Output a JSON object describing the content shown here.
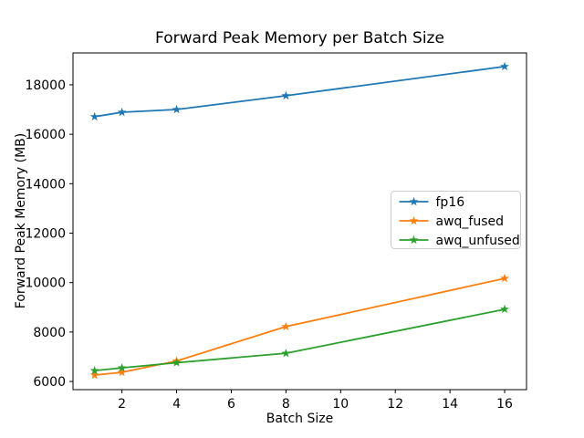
{
  "chart_data": {
    "type": "line",
    "title": "Forward Peak Memory per Batch Size",
    "xlabel": "Batch Size",
    "ylabel": "Forward Peak Memory (MB)",
    "x": [
      1,
      2,
      4,
      8,
      16
    ],
    "series": [
      {
        "name": "fp16",
        "color": "#1f77b4",
        "marker": "star",
        "values": [
          16710,
          16890,
          17000,
          17560,
          18740
        ]
      },
      {
        "name": "awq_fused",
        "color": "#ff7f0e",
        "marker": "star",
        "values": [
          6260,
          6370,
          6830,
          8220,
          10170
        ]
      },
      {
        "name": "awq_unfused",
        "color": "#2ca02c",
        "marker": "star",
        "values": [
          6440,
          6550,
          6760,
          7140,
          8920
        ]
      }
    ],
    "xticks": [
      2,
      4,
      6,
      8,
      10,
      12,
      14,
      16
    ],
    "yticks": [
      6000,
      8000,
      10000,
      12000,
      14000,
      16000,
      18000
    ],
    "xlim": [
      0.21,
      16.8
    ],
    "ylim": [
      5670,
      19290
    ],
    "grid": false,
    "legend_position": "center right",
    "legend_labels": [
      "fp16",
      "awq_fused",
      "awq_unfused"
    ]
  }
}
